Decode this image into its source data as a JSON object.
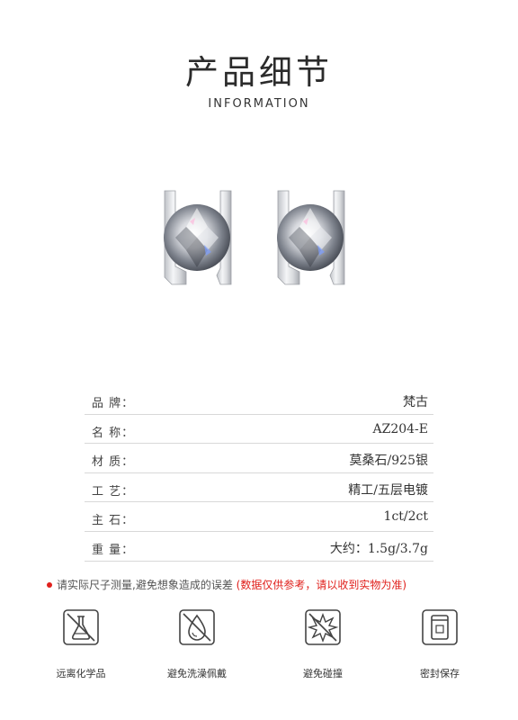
{
  "header": {
    "title": "产品细节",
    "subtitle": "INFORMATION"
  },
  "specs": [
    {
      "label": "品 牌：",
      "value": "梵古"
    },
    {
      "label": "名 称：",
      "value": "AZ204-E"
    },
    {
      "label": "材 质：",
      "value": "莫桑石/925银"
    },
    {
      "label": "工 艺：",
      "value": "精工/五层电镀"
    },
    {
      "label": "主 石：",
      "value": "1ct/2ct"
    },
    {
      "label": "重 量：",
      "value": "大约：1.5g/3.7g"
    }
  ],
  "notice": {
    "text": "请实际尺子测量,避免想象造成的误差",
    "highlight": "(数据仅供参考，请以收到实物为准)",
    "color": "#e0201c"
  },
  "care": [
    {
      "icon": "chemical-icon",
      "label": "远离化学品"
    },
    {
      "icon": "water-drop-icon",
      "label": "避免洗澡佩戴"
    },
    {
      "icon": "collision-icon",
      "label": "避免碰撞"
    },
    {
      "icon": "sealed-bag-icon",
      "label": "密封保存"
    }
  ]
}
